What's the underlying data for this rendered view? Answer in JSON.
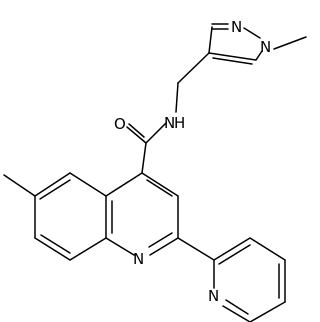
{
  "structure": {
    "atom_labels": {
      "n_pyrazole_1": "N",
      "n_pyrazole_2": "N",
      "n_amide": "N",
      "h_amide": "H",
      "o_carbonyl": "O",
      "n_quinoline": "N",
      "n_pyridine": "N"
    },
    "colors": {
      "bond": "#000000",
      "label": "#000000",
      "background": "#ffffff"
    }
  }
}
